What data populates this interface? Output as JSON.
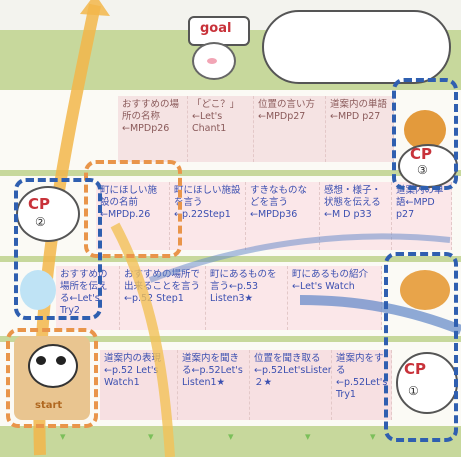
{
  "goal_label": "goal",
  "start_label": "start",
  "cp_labels": [
    {
      "id": "cp-right-top",
      "text": "CP",
      "num": "③"
    },
    {
      "id": "cp-left",
      "text": "CP",
      "num": "②"
    },
    {
      "id": "cp-right-bottom",
      "text": "CP",
      "num": "①"
    }
  ],
  "row_top": [
    "おすすめの場所の名称←MPDp26",
    "「どこ？」←Let's Chant1",
    "位置の言い方←MPDp27",
    "道案内の単語←MPD p27"
  ],
  "row2": [
    "町にほしい施設の名前←MPDp.26",
    "町にほしい施設を言う←p.22Step1",
    "すきなものなどを言う←MPDp36",
    "感想・様子・状態を伝える←M D p33",
    "道案内の単語←MPD p27"
  ],
  "row3": [
    "おすすめの場所を伝える←Let's Try2",
    "おすすめの場所で出来ることを言う←p.52 Step1",
    "町にあるものを言う←p.53 Listen3★",
    "町にあるもの紹介←Let's Watch"
  ],
  "row4": [
    "道案内の表現←p.52 Let's Watch1",
    "道案内を聞きる←p.52Let's Listen1★",
    "位置を聞き取る←p.52Let'sListen２★",
    "道案内をする←p.52Let's Try1"
  ],
  "colors": {
    "blue": "#2f5fb0",
    "orange": "#e9954a",
    "cp_red": "#c8323a"
  }
}
